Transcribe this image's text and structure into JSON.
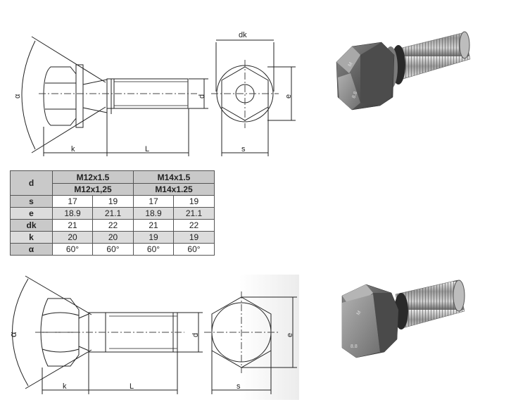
{
  "drawing_top": {
    "alpha": "α",
    "d": "d",
    "k": "k",
    "L": "L",
    "dk": "dk",
    "e": "e",
    "s": "s"
  },
  "drawing_bottom": {
    "alpha": "α",
    "d": "d",
    "k": "k",
    "L": "L",
    "e": "e",
    "s": "s"
  },
  "table": {
    "d_header": "d",
    "group1": {
      "top": "M12x1.5",
      "bottom": "M12x1,25"
    },
    "group2": {
      "top": "M14x1.5",
      "bottom": "M14x1.25"
    },
    "rows": [
      {
        "label": "s",
        "values": [
          "17",
          "19",
          "17",
          "19"
        ]
      },
      {
        "label": "e",
        "values": [
          "18.9",
          "21.1",
          "18.9",
          "21.1"
        ]
      },
      {
        "label": "dk",
        "values": [
          "21",
          "22",
          "21",
          "22"
        ]
      },
      {
        "label": "k",
        "values": [
          "20",
          "20",
          "19",
          "19"
        ]
      },
      {
        "label": "α",
        "values": [
          "60°",
          "60°",
          "60°",
          "60°"
        ]
      }
    ]
  }
}
